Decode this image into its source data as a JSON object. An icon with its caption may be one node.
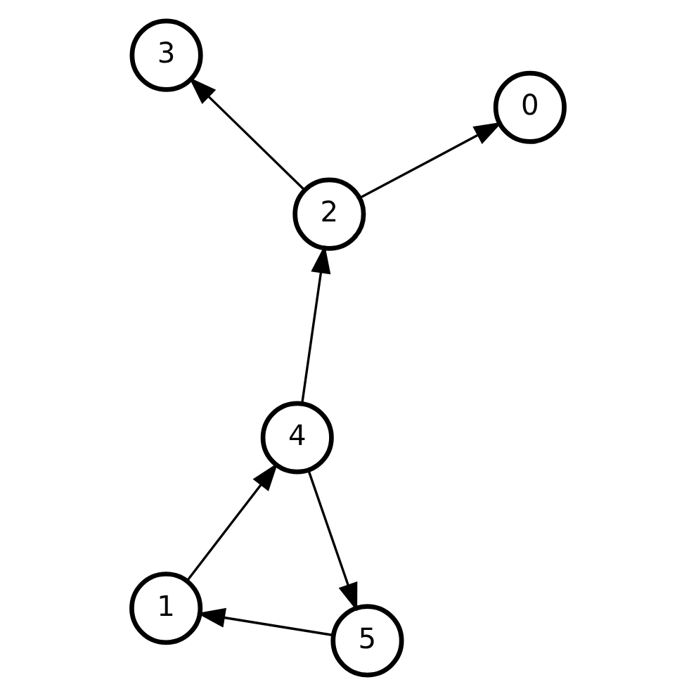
{
  "diagram": {
    "nodes": [
      {
        "text": [
          "3"
        ]
      },
      {
        "text": [
          "0"
        ]
      },
      {
        "text": [
          "5"
        ]
      },
      {
        "text": [
          "2"
        ]
      },
      {
        "text": [
          "4"
        ]
      },
      {
        "text": [
          "1"
        ]
      }
    ],
    "edges": [
      {
        "from": 2,
        "to": 5,
        "arrow": "to"
      },
      {
        "from": 5,
        "to": 4,
        "arrow": "to"
      },
      {
        "from": 4,
        "to": 2,
        "arrow": "to"
      },
      {
        "from": 4,
        "to": 3,
        "arrow": "to"
      },
      {
        "from": 3,
        "to": 1,
        "arrow": "to"
      },
      {
        "from": 3,
        "to": 0,
        "arrow": "to"
      }
    ]
  }
}
